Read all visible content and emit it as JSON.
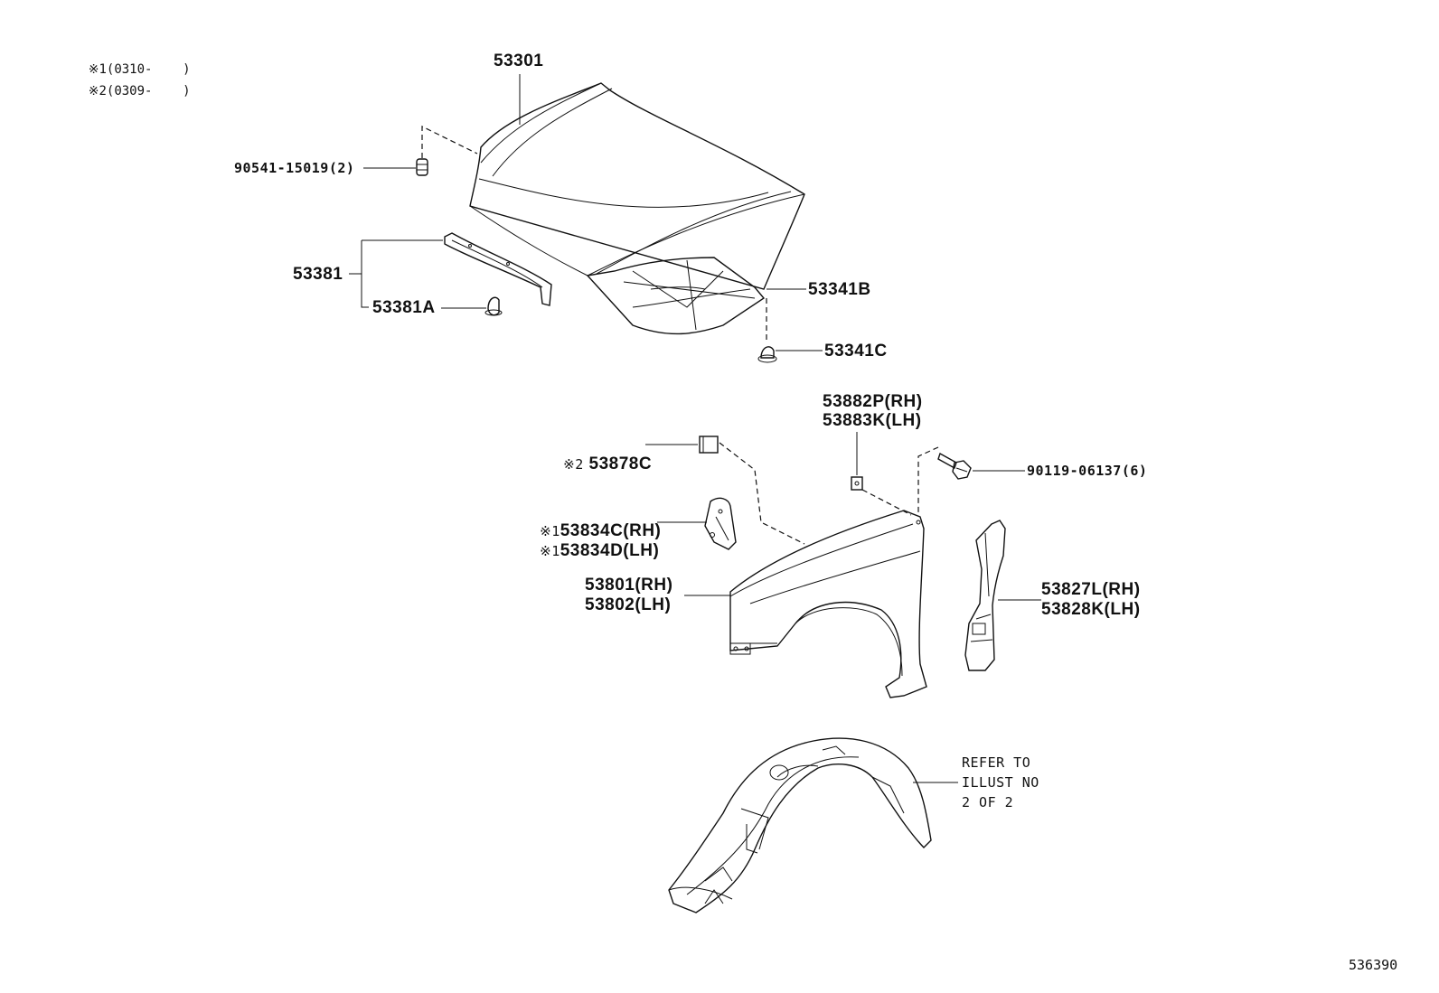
{
  "legend": [
    {
      "mark": "※1",
      "text": "(0310-    )"
    },
    {
      "mark": "※2",
      "text": "(0309-    )"
    }
  ],
  "labels": {
    "hood": "53301",
    "hood_bumper": "90541-15019(2)",
    "hood_seal": "53381",
    "hood_seal_clip": "53381A",
    "hood_insulator": "53341B",
    "insulator_clip": "53341C",
    "fender_liner_upper_rh": "53882P(RH)",
    "fender_liner_upper_lh": "53883K(LH)",
    "fender_bolt": "90119-06137(6)",
    "protector_mark": "※2",
    "protector": "53878C",
    "seal_rh_mark": "※1",
    "seal_rh": "53834C(RH)",
    "seal_lh_mark": "※1",
    "seal_lh": "53834D(LH)",
    "fender_rh": "53801(RH)",
    "fender_lh": "53802(LH)",
    "splash_shield_rh": "53827L(RH)",
    "splash_shield_lh": "53828K(LH)",
    "refer_line1": "REFER TO",
    "refer_line2": "ILLUST NO",
    "refer_line3": "2 OF 2"
  },
  "illustration_id": "536390"
}
